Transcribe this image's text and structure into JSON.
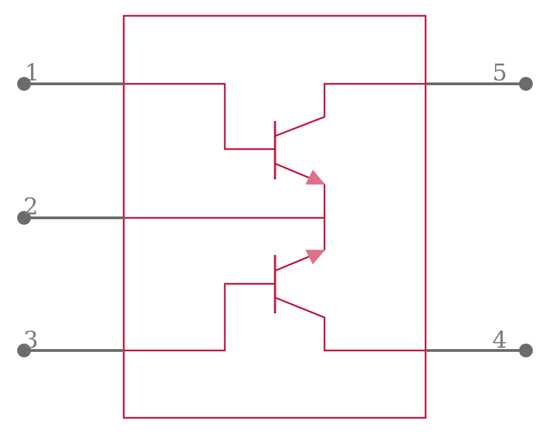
{
  "colors": {
    "body": "#c0143c",
    "pin": "#6b6b6b",
    "pin_label": "#7a7a7a",
    "arrow_fill": "#e07088"
  },
  "pins": [
    {
      "number": "1"
    },
    {
      "number": "2"
    },
    {
      "number": "3"
    },
    {
      "number": "4"
    },
    {
      "number": "5"
    }
  ]
}
